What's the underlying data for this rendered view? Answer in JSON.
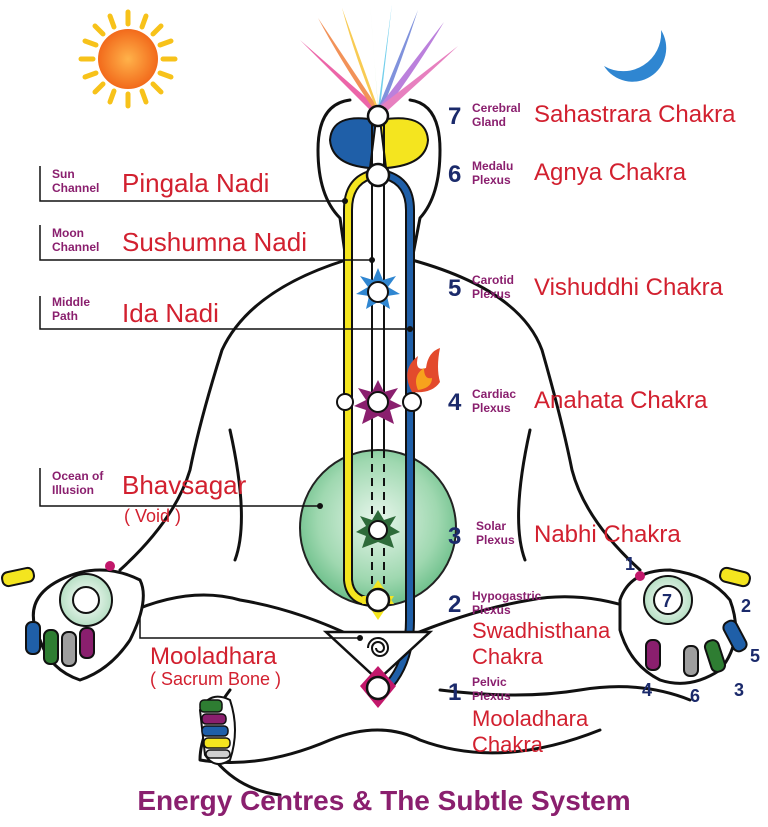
{
  "footer_title": "Energy Centres & The Subtle System",
  "left_labels": {
    "sun_channel": {
      "small": [
        "Sun",
        "Channel"
      ],
      "big": "Pingala Nadi"
    },
    "moon_channel": {
      "small": [
        "Moon",
        "Channel"
      ],
      "big": "Sushumna Nadi"
    },
    "middle_path": {
      "small": [
        "Middle",
        "Path"
      ],
      "big": "Ida Nadi"
    },
    "ocean": {
      "small": [
        "Ocean of",
        "Illusion"
      ],
      "big": "Bhavsagar",
      "sub": "( Void )"
    },
    "mooladhara": {
      "big": "Mooladhara",
      "sub": "( Sacrum Bone )"
    }
  },
  "chakras": [
    {
      "num": "7",
      "plexus": [
        "Cerebral",
        "Gland"
      ],
      "name": [
        "Sahastrara Chakra"
      ]
    },
    {
      "num": "6",
      "plexus": [
        "Medalu",
        "Plexus"
      ],
      "name": [
        "Agnya Chakra"
      ]
    },
    {
      "num": "5",
      "plexus": [
        "Carotid",
        "Plexus"
      ],
      "name": [
        "Vishuddhi Chakra"
      ]
    },
    {
      "num": "4",
      "plexus": [
        "Cardiac",
        "Plexus"
      ],
      "name": [
        "Anahata Chakra"
      ]
    },
    {
      "num": "3",
      "plexus": [
        "Solar",
        "Plexus"
      ],
      "name": [
        "Nabhi Chakra"
      ]
    },
    {
      "num": "2",
      "plexus": [
        "Hypogastric",
        "Plexus"
      ],
      "name": [
        "Swadhisthana",
        "Chakra"
      ]
    },
    {
      "num": "1",
      "plexus": [
        "Pelvic",
        "Plexus"
      ],
      "name": [
        "Mooladhara",
        "Chakra"
      ]
    }
  ],
  "hand_numbers": [
    "1",
    "2",
    "3",
    "4",
    "5",
    "6",
    "7"
  ],
  "colors": {
    "label_red": "#d2202f",
    "label_purple": "#8a1f6e",
    "number_navy": "#1b2a6b",
    "channel_yellow": "#f4e51f",
    "channel_blue": "#1f5fa8",
    "void_green": "#7cc99a"
  }
}
